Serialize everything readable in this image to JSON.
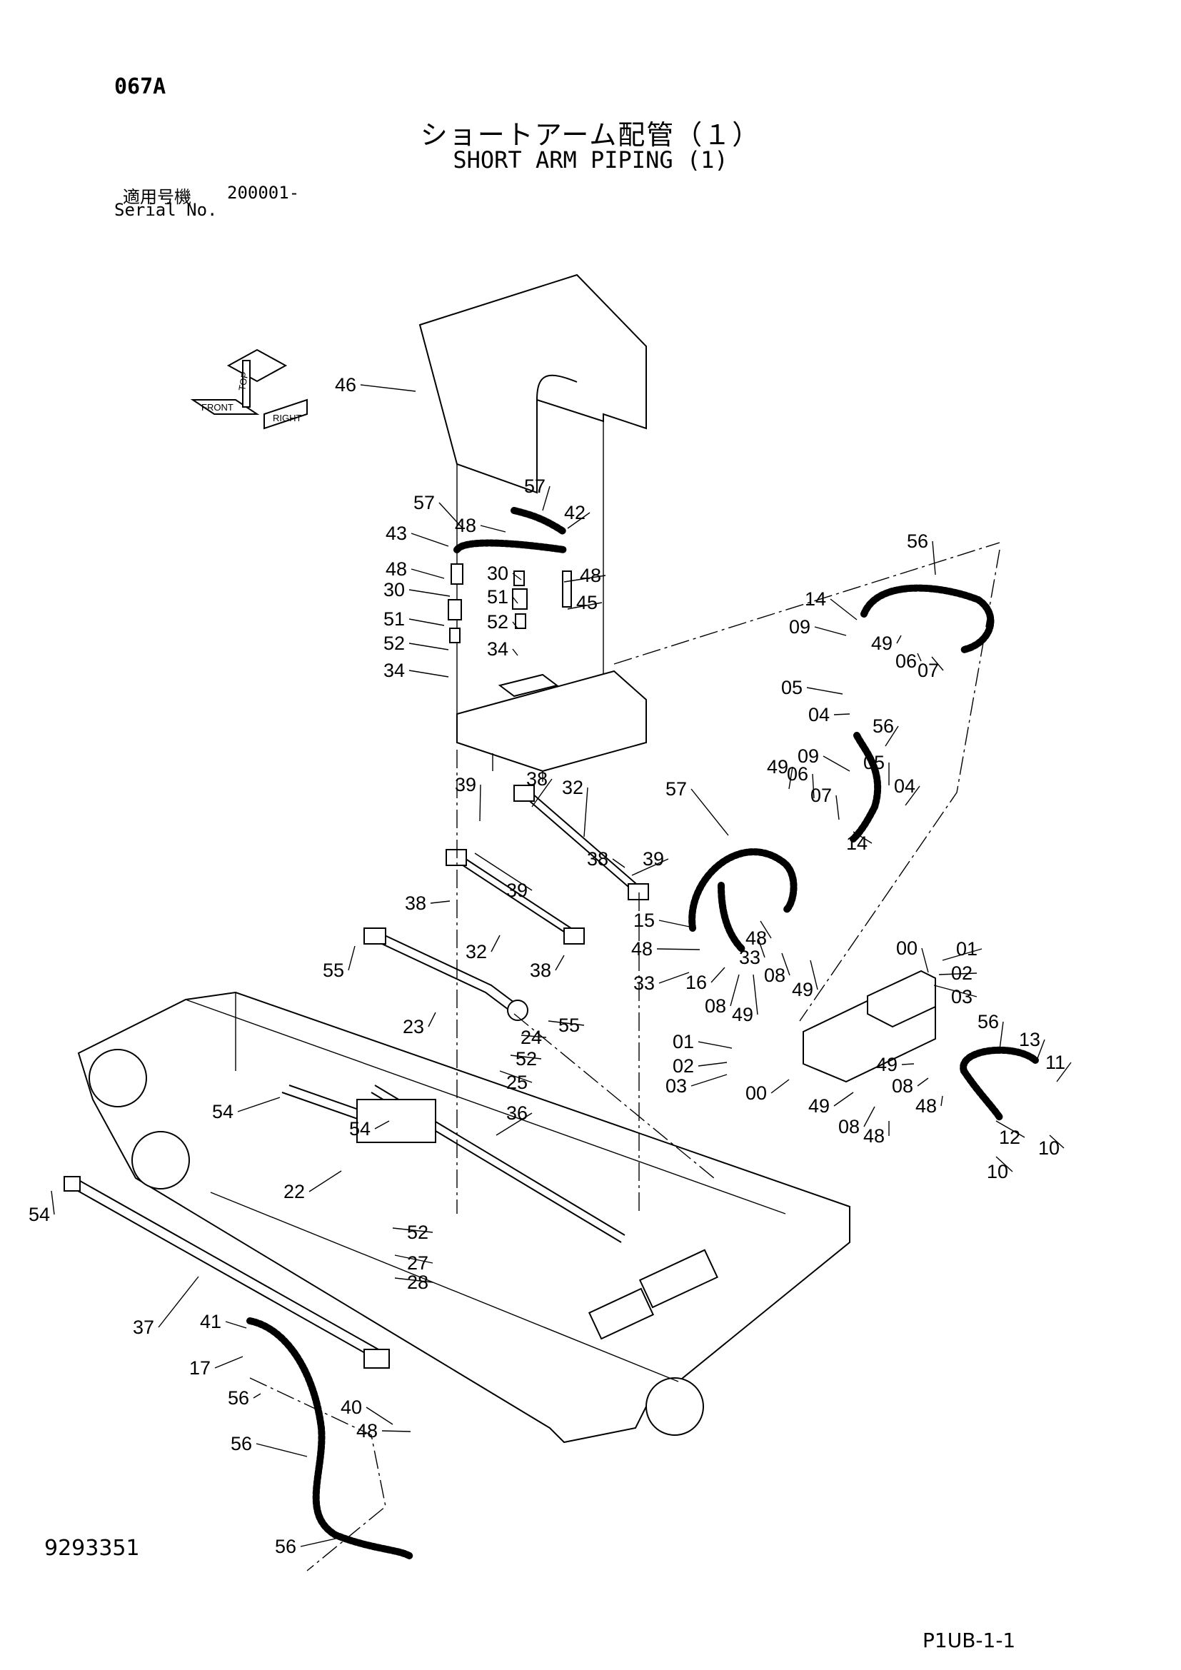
{
  "header": {
    "page_code": "067A",
    "title_jp": "ショートアーム配管（１）",
    "title_en": "SHORT ARM PIPING (1)",
    "serial_label_jp": "適用号機",
    "serial_label_en": "Serial No.",
    "serial_value": "200001-"
  },
  "orientation": {
    "top": "TOP",
    "front": "FRONT",
    "right": "RIGHT"
  },
  "footer": {
    "doc_number": "9293351",
    "page_ref": "P1UB-1-1"
  },
  "callouts": [
    {
      "label": "46"
    },
    {
      "label": "57"
    },
    {
      "label": "42"
    },
    {
      "label": "57"
    },
    {
      "label": "43"
    },
    {
      "label": "48"
    },
    {
      "label": "48"
    },
    {
      "label": "48"
    },
    {
      "label": "30"
    },
    {
      "label": "30"
    },
    {
      "label": "45"
    },
    {
      "label": "51"
    },
    {
      "label": "51"
    },
    {
      "label": "52"
    },
    {
      "label": "52"
    },
    {
      "label": "34"
    },
    {
      "label": "34"
    },
    {
      "label": "56"
    },
    {
      "label": "14"
    },
    {
      "label": "09"
    },
    {
      "label": "49"
    },
    {
      "label": "06"
    },
    {
      "label": "07"
    },
    {
      "label": "05"
    },
    {
      "label": "04"
    },
    {
      "label": "56"
    },
    {
      "label": "09"
    },
    {
      "label": "49"
    },
    {
      "label": "06"
    },
    {
      "label": "07"
    },
    {
      "label": "05"
    },
    {
      "label": "04"
    },
    {
      "label": "14"
    },
    {
      "label": "39"
    },
    {
      "label": "38"
    },
    {
      "label": "32"
    },
    {
      "label": "38"
    },
    {
      "label": "39"
    },
    {
      "label": "39"
    },
    {
      "label": "38"
    },
    {
      "label": "57"
    },
    {
      "label": "15"
    },
    {
      "label": "48"
    },
    {
      "label": "33"
    },
    {
      "label": "48"
    },
    {
      "label": "08"
    },
    {
      "label": "49"
    },
    {
      "label": "33"
    },
    {
      "label": "16"
    },
    {
      "label": "08"
    },
    {
      "label": "49"
    },
    {
      "label": "32"
    },
    {
      "label": "38"
    },
    {
      "label": "55"
    },
    {
      "label": "23"
    },
    {
      "label": "55"
    },
    {
      "label": "24"
    },
    {
      "label": "52"
    },
    {
      "label": "25"
    },
    {
      "label": "00"
    },
    {
      "label": "01"
    },
    {
      "label": "02"
    },
    {
      "label": "03"
    },
    {
      "label": "01"
    },
    {
      "label": "02"
    },
    {
      "label": "03"
    },
    {
      "label": "00"
    },
    {
      "label": "56"
    },
    {
      "label": "13"
    },
    {
      "label": "11"
    },
    {
      "label": "49"
    },
    {
      "label": "08"
    },
    {
      "label": "48"
    },
    {
      "label": "49"
    },
    {
      "label": "08"
    },
    {
      "label": "48"
    },
    {
      "label": "12"
    },
    {
      "label": "10"
    },
    {
      "label": "10"
    },
    {
      "label": "54"
    },
    {
      "label": "54"
    },
    {
      "label": "36"
    },
    {
      "label": "22"
    },
    {
      "label": "54"
    },
    {
      "label": "52"
    },
    {
      "label": "27"
    },
    {
      "label": "28"
    },
    {
      "label": "37"
    },
    {
      "label": "41"
    },
    {
      "label": "17"
    },
    {
      "label": "56"
    },
    {
      "label": "40"
    },
    {
      "label": "48"
    },
    {
      "label": "56"
    },
    {
      "label": "56"
    }
  ]
}
